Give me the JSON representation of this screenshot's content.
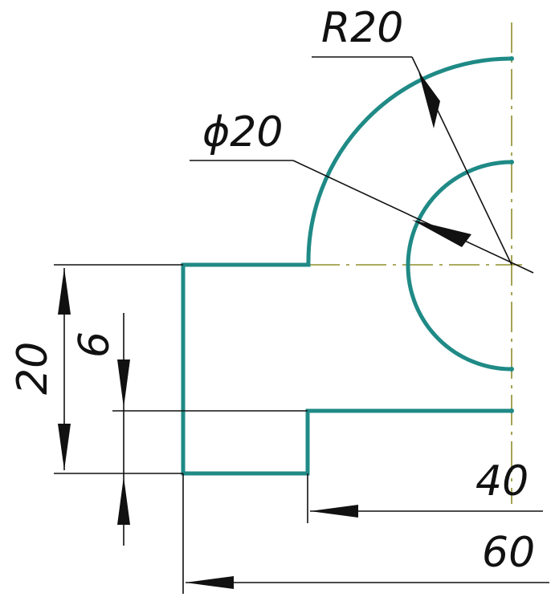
{
  "drawing": {
    "labels": {
      "radius": "R20",
      "diameter": "ϕ20",
      "overall_height": "20",
      "step_height": "6",
      "width_inner": "40",
      "width_overall": "60"
    },
    "colors": {
      "outline": "#1f8a86",
      "centerline": "#8f8d2a",
      "dimension_lines": "#111111"
    }
  }
}
